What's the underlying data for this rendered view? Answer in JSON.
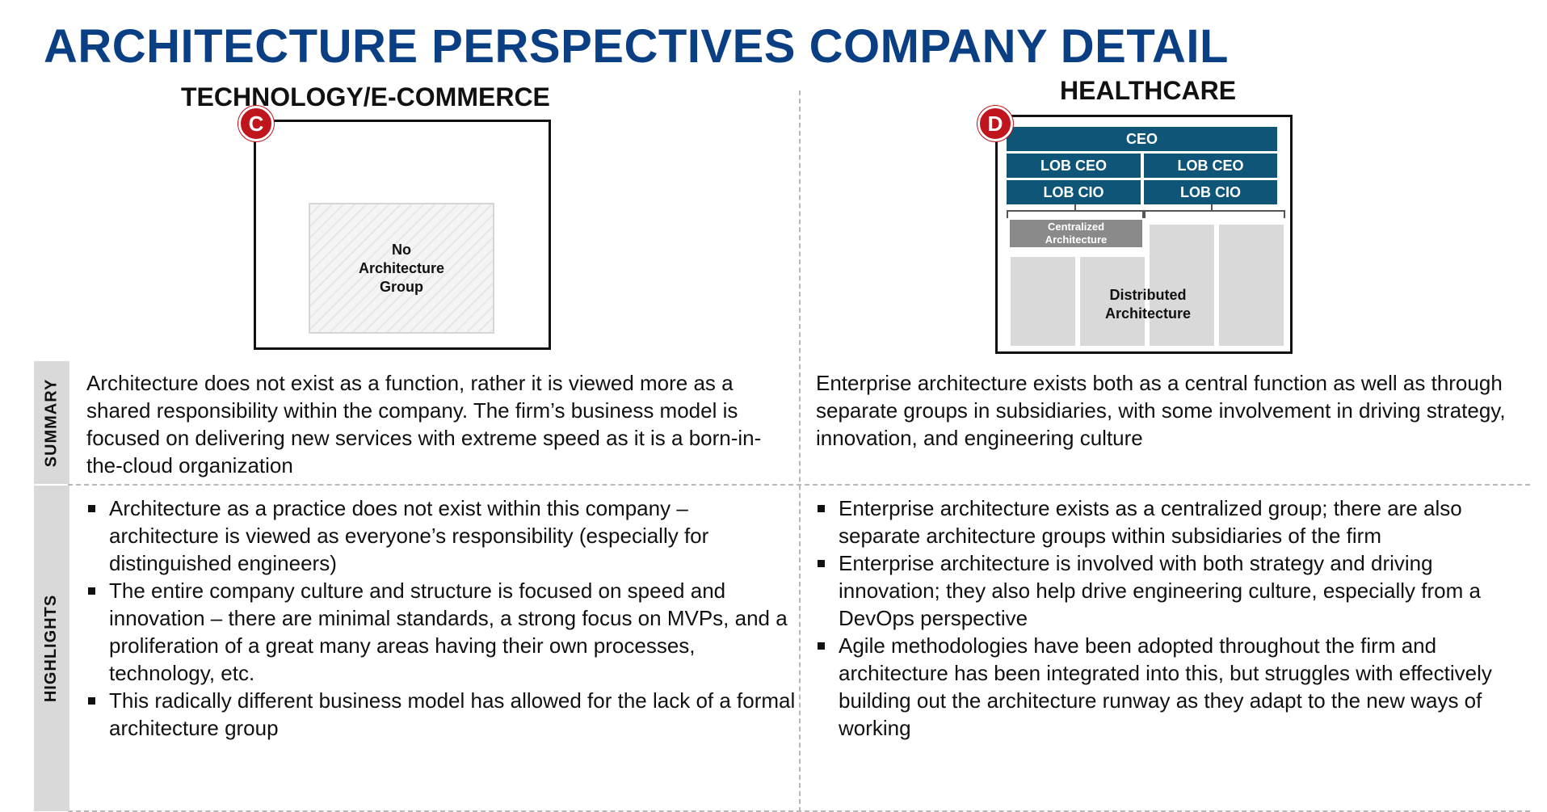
{
  "title": "ARCHITECTURE PERSPECTIVES COMPANY DETAIL",
  "left": {
    "heading": "TECHNOLOGY/E-COMMERCE",
    "badge": "C",
    "diagram": {
      "label": "No\nArchitecture\nGroup"
    },
    "summary": "Architecture does not exist as a function, rather it is viewed more as a shared responsibility within the company.  The firm’s business model is focused on delivering new services with extreme speed as it is a born-in-the-cloud organization",
    "highlights": [
      "Architecture as a practice does not exist within this company – architecture is viewed as everyone’s responsibility (especially for distinguished engineers)",
      "The entire company culture and structure is focused on speed and innovation – there are minimal standards, a strong focus on MVPs, and a proliferation of a great many areas having their own processes, technology, etc.",
      "This radically different business model has allowed for the lack of a formal architecture group"
    ]
  },
  "right": {
    "heading": "HEALTHCARE",
    "badge": "D",
    "diagram": {
      "ceo": "CEO",
      "lob_ceo_1": "LOB CEO",
      "lob_ceo_2": "LOB CEO",
      "lob_cio_1": "LOB CIO",
      "lob_cio_2": "LOB CIO",
      "centralized": "Centralized\nArchitecture",
      "distributed": "Distributed\nArchitecture"
    },
    "summary": "Enterprise architecture exists both as a central function as well as through separate groups in subsidiaries, with some involvement in driving strategy, innovation, and engineering culture",
    "highlights": [
      "Enterprise architecture exists as a centralized group; there are also separate architecture groups within subsidiaries of the firm",
      "Enterprise architecture is involved with both strategy and driving innovation; they also help drive engineering culture, especially from a DevOps perspective",
      "Agile methodologies have been adopted throughout the firm and architecture has been integrated into this, but struggles with effectively building out the architecture runway as they adapt to the new ways of working"
    ]
  },
  "rows": {
    "summary_label": "SUMMARY",
    "highlights_label": "HIGHLIGHTS"
  },
  "colors": {
    "title": "#0b3f83",
    "org_box": "#0f5577",
    "badge": "#c0151c",
    "side_label_bg": "#d9d9d9"
  }
}
